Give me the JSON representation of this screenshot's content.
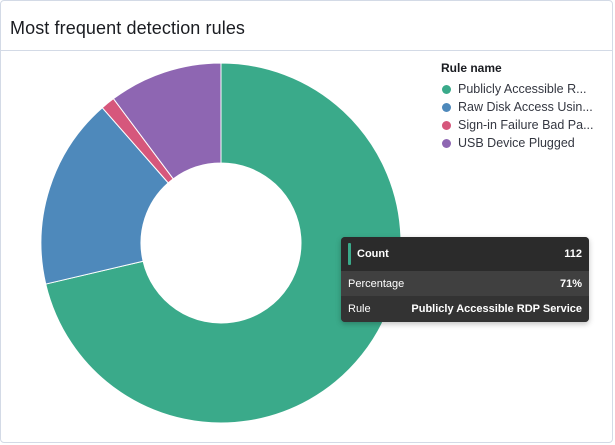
{
  "panel": {
    "title": "Most frequent detection rules"
  },
  "legend": {
    "title": "Rule name"
  },
  "tooltip": {
    "count_label": "Count",
    "count_value": "112",
    "percentage_label": "Percentage",
    "percentage_value": "71%",
    "rule_label": "Rule",
    "rule_value": "Publicly Accessible RDP Service",
    "color": "#3aaa8a"
  },
  "chart_data": {
    "type": "pie",
    "donut": true,
    "title": "",
    "legend_title": "Rule name",
    "legend_position": "right",
    "start_angle_deg": 0,
    "series": [
      {
        "name": "Publicly Accessible RDP Service",
        "legend_label": "Publicly Accessible R...",
        "value": 112,
        "color": "#3aaa8a"
      },
      {
        "name": "Raw Disk Access Using...",
        "legend_label": "Raw Disk Access Usin...",
        "value": 27,
        "color": "#4e89bb"
      },
      {
        "name": "Sign-in Failure Bad Pa...",
        "legend_label": "Sign-in Failure Bad Pa...",
        "value": 2,
        "color": "#d6577c"
      },
      {
        "name": "USB Device Plugged",
        "legend_label": "USB Device Plugged",
        "value": 16,
        "color": "#8e66b2"
      }
    ]
  }
}
